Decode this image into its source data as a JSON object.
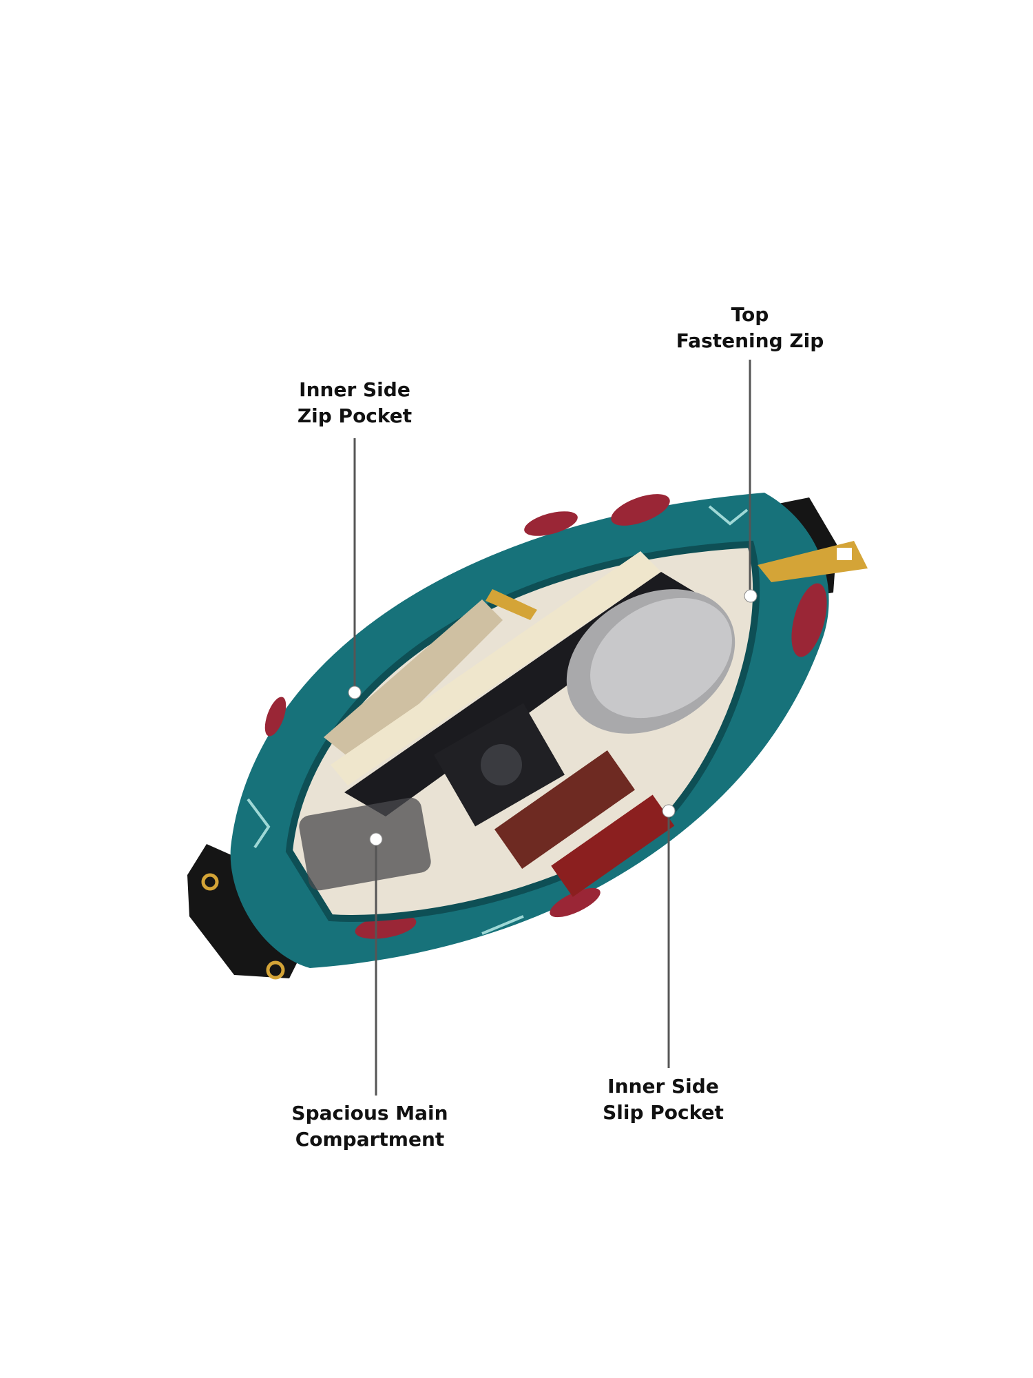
{
  "callouts": {
    "top_zip": {
      "line1": "Top",
      "line2": "Fastening Zip"
    },
    "inner_zip_pocket": {
      "line1": "Inner Side",
      "line2": "Zip Pocket"
    },
    "main_compartment": {
      "line1": "Spacious Main",
      "line2": "Compartment"
    },
    "slip_pocket": {
      "line1": "Inner Side",
      "line2": "Slip Pocket"
    }
  },
  "colors": {
    "bag_teal": "#17727a",
    "print_red": "#9a2636",
    "lining": "#e9e2d4",
    "strap": "#151515",
    "hardware_gold": "#d4a437",
    "leader_line": "#555555"
  }
}
